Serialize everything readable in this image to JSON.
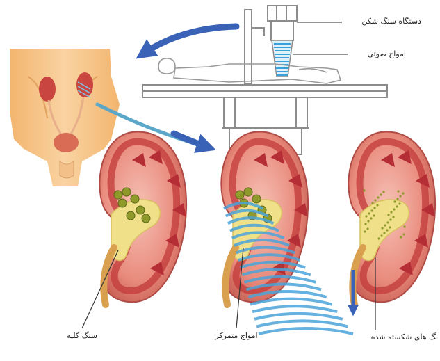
{
  "labels": {
    "lithotripter": "دستگاه سنگ شکن",
    "sound_waves": "امواج صوتی",
    "kidney_stone": "سنگ کلیه",
    "focused_waves": "امواج متمرکز",
    "broken_stones": "نگ های شکسته شده"
  },
  "colors": {
    "kidney_outer": "#e3847a",
    "kidney_cortex": "#c23a3a",
    "pelvis": "#f0e08a",
    "stone": "#8e9a2a",
    "ureter": "#d9a050",
    "wave": "#4aa3d9",
    "arrow": "#3a63b8",
    "skin": "#f6c48a",
    "outline": "#8c8c8c"
  },
  "icons": [
    "lithotripter-machine-icon",
    "patient-outline-icon",
    "urinary-system-icon",
    "kidney-icon",
    "arrow-icon",
    "shock-wave-icon"
  ]
}
